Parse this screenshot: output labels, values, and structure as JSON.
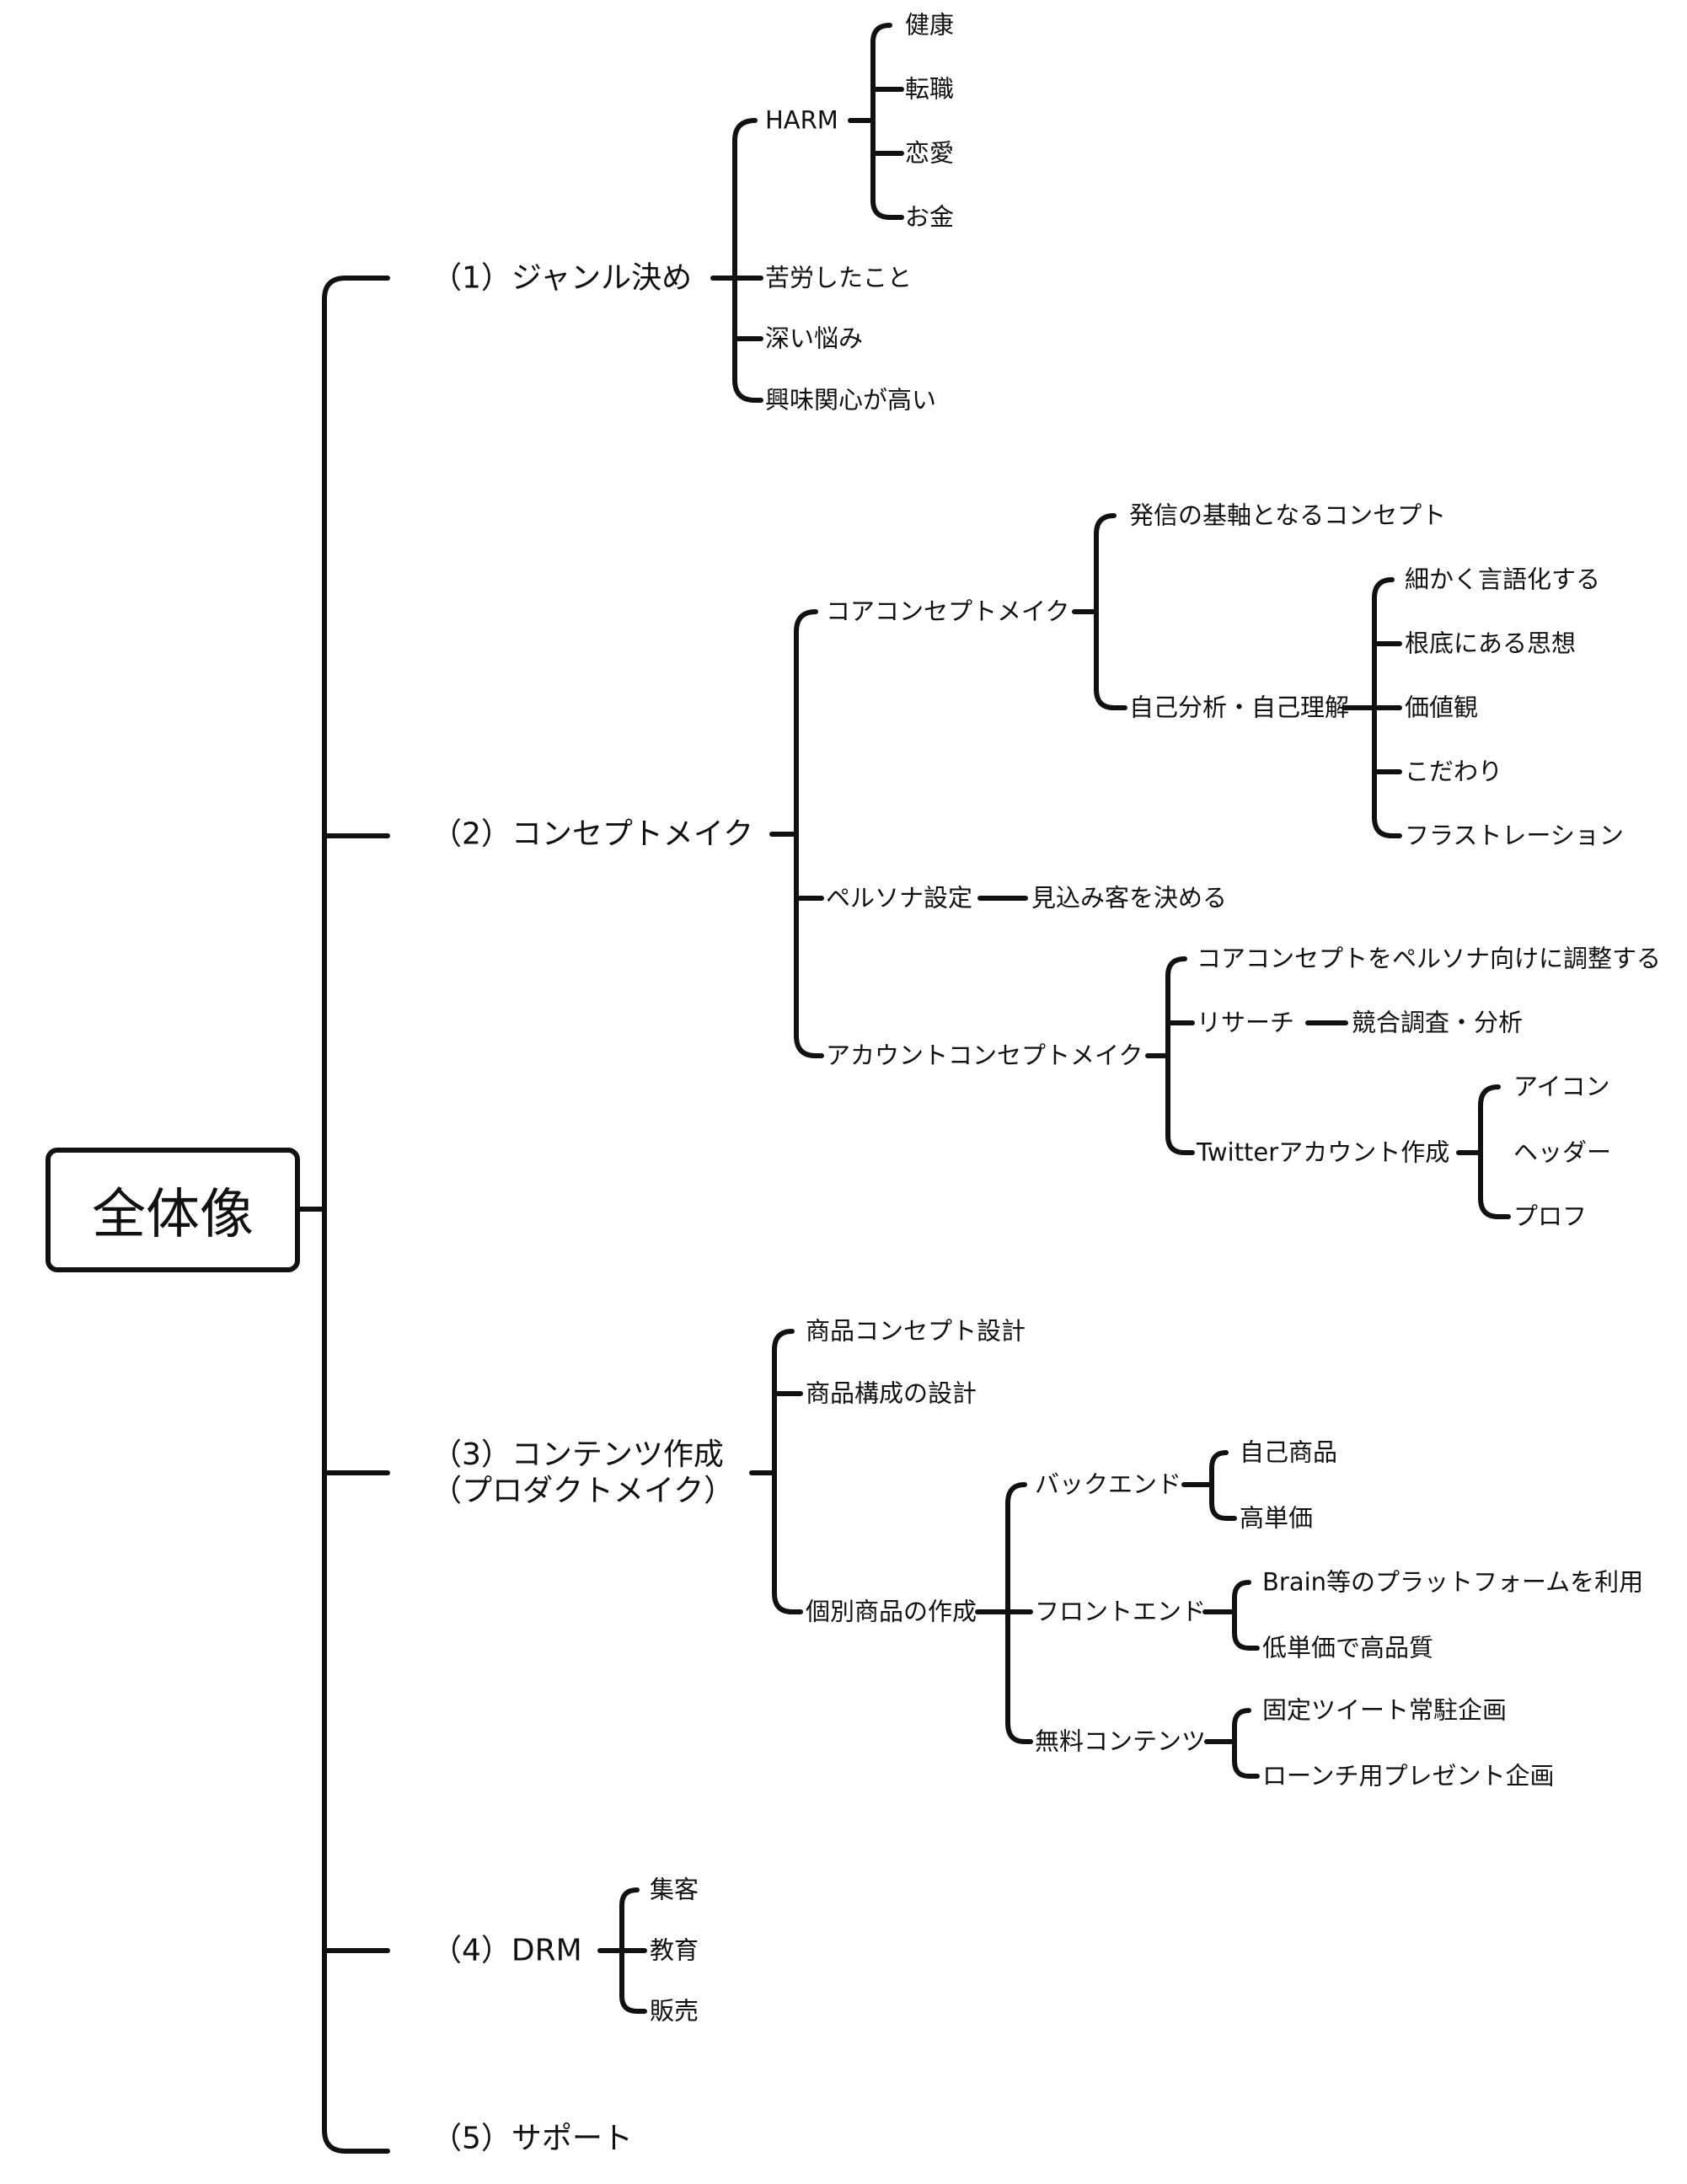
{
  "root": "全体像",
  "sections": {
    "s1": {
      "label": "（1）ジャンル決め",
      "harm": "HARM",
      "harm_items": [
        "健康",
        "転職",
        "恋愛",
        "お金"
      ],
      "items": [
        "苦労したこと",
        "深い悩み",
        "興味関心が高い"
      ]
    },
    "s2": {
      "label": "（2）コンセプトメイク",
      "core": "コアコンセプトメイク",
      "core_items": [
        "発信の基軸となるコンセプト",
        "自己分析・自己理解"
      ],
      "self_items": [
        "細かく言語化する",
        "根底にある思想",
        "価値観",
        "こだわり",
        "フラストレーション"
      ],
      "persona": "ペルソナ設定",
      "persona_item": "見込み客を決める",
      "account": "アカウントコンセプトメイク",
      "account_items": [
        "コアコンセプトをペルソナ向けに調整する",
        "リサーチ",
        "Twitterアカウント作成"
      ],
      "research_item": "競合調査・分析",
      "twitter_items": [
        "アイコン",
        "ヘッダー",
        "プロフ"
      ]
    },
    "s3": {
      "label_line1": "（3）コンテンツ作成",
      "label_line2": "（プロダクトメイク）",
      "items": [
        "商品コンセプト設計",
        "商品構成の設計",
        "個別商品の作成"
      ],
      "product_items": [
        "バックエンド",
        "フロントエンド",
        "無料コンテンツ"
      ],
      "backend_items": [
        "自己商品",
        "高単価"
      ],
      "frontend_items": [
        "Brain等のプラットフォームを利用",
        "低単価で高品質"
      ],
      "free_items": [
        "固定ツイート常駐企画",
        "ローンチ用プレゼント企画"
      ]
    },
    "s4": {
      "label": "（4）DRM",
      "items": [
        "集客",
        "教育",
        "販売"
      ]
    },
    "s5": {
      "label": "（5）サポート"
    }
  }
}
